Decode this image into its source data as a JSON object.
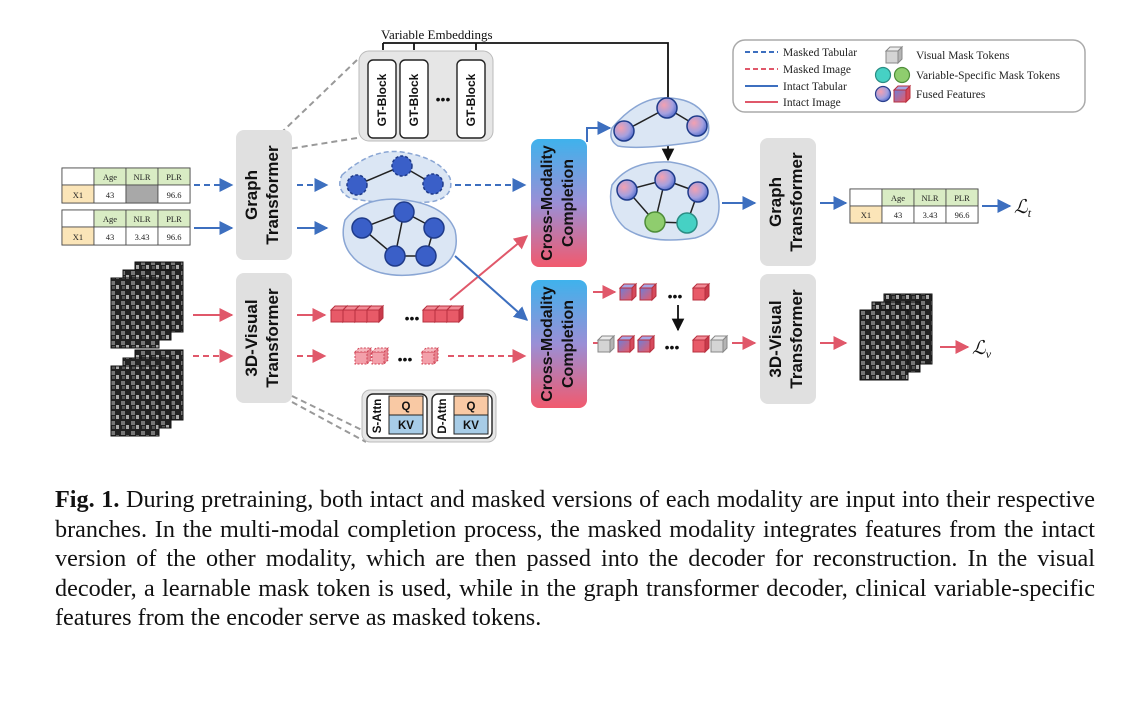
{
  "figure": {
    "variable_embeddings": "Variable Embeddings",
    "gt_block": "GT-Block",
    "ellipsis": "•••",
    "graph_transformer_l1": "Graph",
    "graph_transformer_l2": "Transformer",
    "visual_transformer_l1": "3D-Visual",
    "visual_transformer_l2": "Transformer",
    "cmc_l1": "Cross-Modality",
    "cmc_l2": "Completion",
    "s_attn": "S-Attn",
    "d_attn": "D-Attn",
    "q": "Q",
    "kv": "KV",
    "table_headers": [
      "Age",
      "NLR",
      "PLR"
    ],
    "table_row_label": "X1",
    "table_masked_values": [
      "43",
      "",
      "96.6"
    ],
    "table_intact_values": [
      "43",
      "3.43",
      "96.6"
    ],
    "loss_tabular": "ℒ",
    "loss_tabular_sub": "t",
    "loss_visual": "ℒ",
    "loss_visual_sub": "v",
    "legend": {
      "masked_tabular": "Masked Tabular",
      "masked_image": "Masked Image",
      "intact_tabular": "Intact Tabular",
      "intact_image": "Intact Image",
      "visual_mask_tokens": "Visual Mask Tokens",
      "variable_specific_mask_tokens": "Variable-Specific Mask Tokens",
      "fused_features": "Fused Features"
    },
    "colors": {
      "blue": "#3d6fbf",
      "red": "#e0586a",
      "node_blue": "#3a5fc8",
      "cube_red": "#e85a68",
      "mask_green": "#8fcd6e",
      "mask_cyan": "#46d1c4",
      "cmc_top": "#3fb2ec",
      "cmc_bottom": "#f15a6e"
    }
  },
  "caption": {
    "label": "Fig. 1.",
    "text": " During pretraining, both intact and masked versions of each modality are input into their respective branches. In the multi-modal completion process, the masked modality integrates features from the intact version of the other modality, which are then passed into the decoder for reconstruction. In the visual decoder, a learnable mask token is used, while in the graph transformer decoder, clinical variable-specific features from the encoder serve as masked tokens."
  }
}
